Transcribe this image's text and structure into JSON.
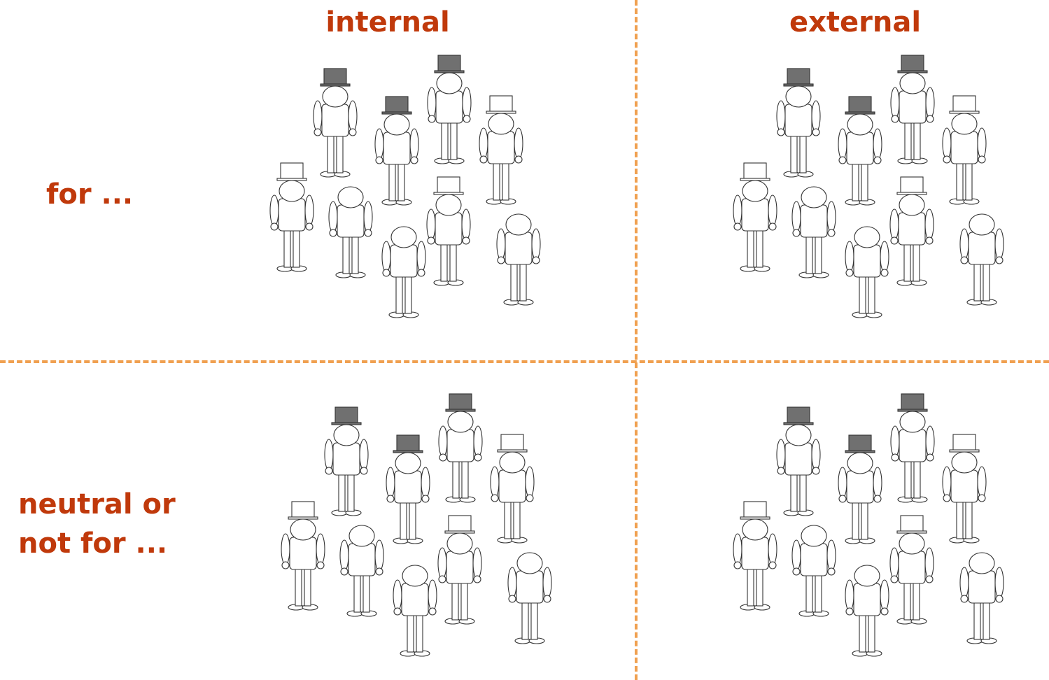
{
  "columns": {
    "left": "internal",
    "right": "external"
  },
  "rows": {
    "top": "for ...",
    "bottom_line1": "neutral or",
    "bottom_line2": "not for ..."
  },
  "colors": {
    "label": "#C0390B",
    "divider": "#F0A050",
    "hat_dark": "#707070",
    "hat_light": "#ffffff",
    "outline": "#333333"
  },
  "figure_legend": {
    "dark-hat": "figure with dark top hat",
    "light-hat": "figure with white top hat",
    "none": "figure without hat"
  },
  "quadrants": [
    {
      "name": "top-left",
      "figures": [
        "dark-hat",
        "dark-hat",
        "dark-hat",
        "light-hat",
        "light-hat",
        "none",
        "none",
        "light-hat",
        "none"
      ]
    },
    {
      "name": "top-right",
      "figures": [
        "dark-hat",
        "dark-hat",
        "dark-hat",
        "light-hat",
        "light-hat",
        "none",
        "none",
        "light-hat",
        "none"
      ]
    },
    {
      "name": "bottom-left",
      "figures": [
        "dark-hat",
        "dark-hat",
        "dark-hat",
        "light-hat",
        "light-hat",
        "none",
        "none",
        "light-hat",
        "none"
      ]
    },
    {
      "name": "bottom-right",
      "figures": [
        "dark-hat",
        "dark-hat",
        "dark-hat",
        "light-hat",
        "light-hat",
        "none",
        "none",
        "light-hat",
        "none"
      ]
    }
  ]
}
